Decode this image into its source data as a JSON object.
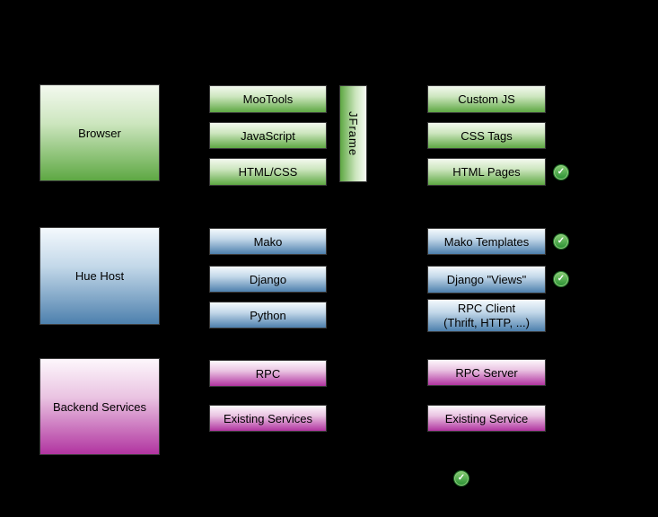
{
  "sections": [
    {
      "name": "Browser",
      "middle": [
        "MooTools",
        "JavaScript",
        "HTML/CSS"
      ],
      "right": [
        "Custom JS",
        "CSS Tags",
        "HTML Pages"
      ]
    },
    {
      "name": "Hue Host",
      "middle": [
        "Mako",
        "Django",
        "Python"
      ],
      "right": [
        "Mako Templates",
        "Django \"Views\""
      ],
      "rpc_client": {
        "line1": "RPC Client",
        "line2": "(Thrift, HTTP, ...)"
      }
    },
    {
      "name": "Backend Services",
      "middle": [
        "RPC",
        "Existing Services"
      ],
      "right": [
        "RPC Server",
        "Existing Service"
      ]
    }
  ],
  "jframe": {
    "label": "JFrame"
  },
  "checkmark": {
    "glyph": "✓",
    "marked_items": [
      "HTML Pages",
      "Mako Templates",
      "Django \"Views\"",
      "standalone-bottom"
    ]
  },
  "colors": {
    "background": "#000000",
    "green": "#5ea843",
    "blue": "#4d80ad",
    "magenta": "#b134a0",
    "check_green": "#2d9336"
  }
}
